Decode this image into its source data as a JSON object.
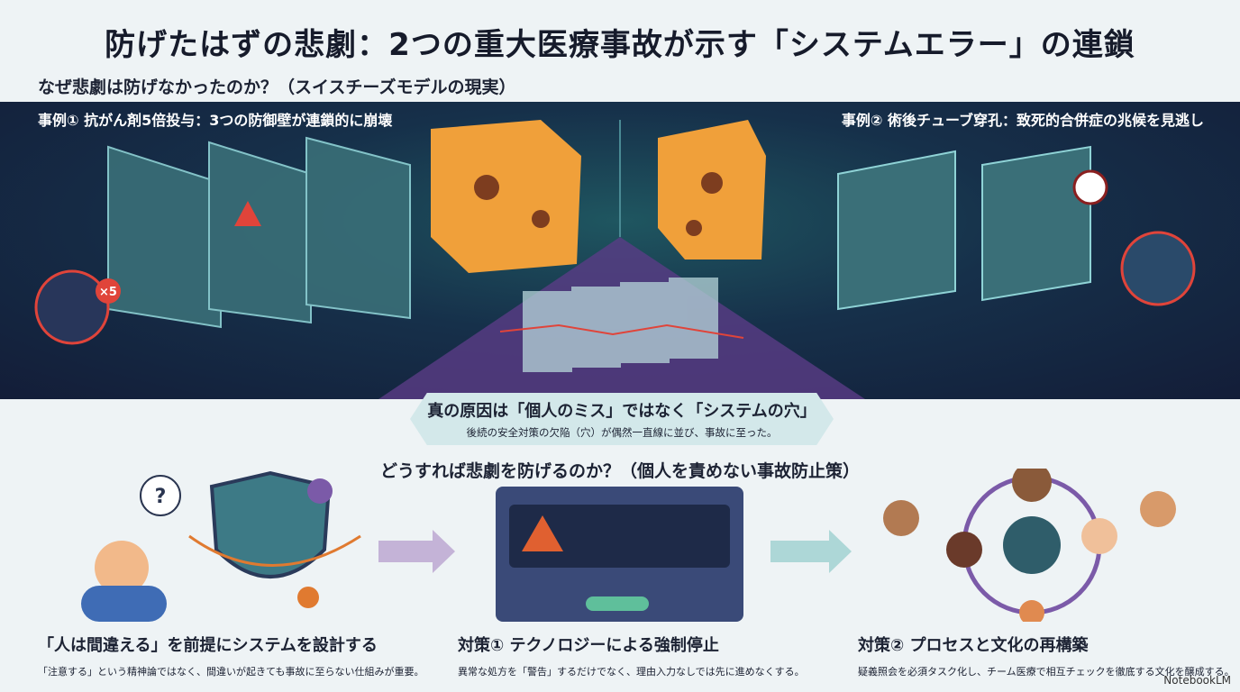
{
  "title": "防げたはずの悲劇：2つの重大医療事故が示す「システムエラー」の連鎖",
  "section1_heading": "なぜ悲劇は防げなかったのか？（スイスチーズモデルの現実）",
  "case1": "事例① 抗がん剤5倍投与：3つの防御壁が連鎖的に崩壊",
  "case2": "事例② 術後チューブ穿孔：致死的合併症の兆候を見逃し",
  "dose_badge": "×5",
  "callout": {
    "heading": "真の原因は「個人のミス」ではなく「システムの穴」",
    "text": "後続の安全対策の欠陥（穴）が偶然一直線に並び、事故に至った。"
  },
  "section2_heading": "どうすれば悲劇を防げるのか？（個人を責めない事故防止策）",
  "columns": [
    {
      "heading": "「人は間違える」を前提にシステムを設計する",
      "text": "「注意する」という精神論ではなく、間違いが起きても事故に至らない仕組みが重要。"
    },
    {
      "heading": "対策① テクノロジーによる強制停止",
      "text": "異常な処方を「警告」するだけでなく、理由入力なしでは先に進めなくする。"
    },
    {
      "heading": "対策② プロセスと文化の再構築",
      "text": "疑義照会を必須タスク化し、チーム医療で相互チェックを徹底する文化を醸成する。"
    }
  ],
  "brand": "NotebookLM",
  "colors": {
    "dark_bg": "#16304a",
    "cheese": "#f0a03a",
    "alert": "#e0443a",
    "callout": "#d3e8ea"
  }
}
